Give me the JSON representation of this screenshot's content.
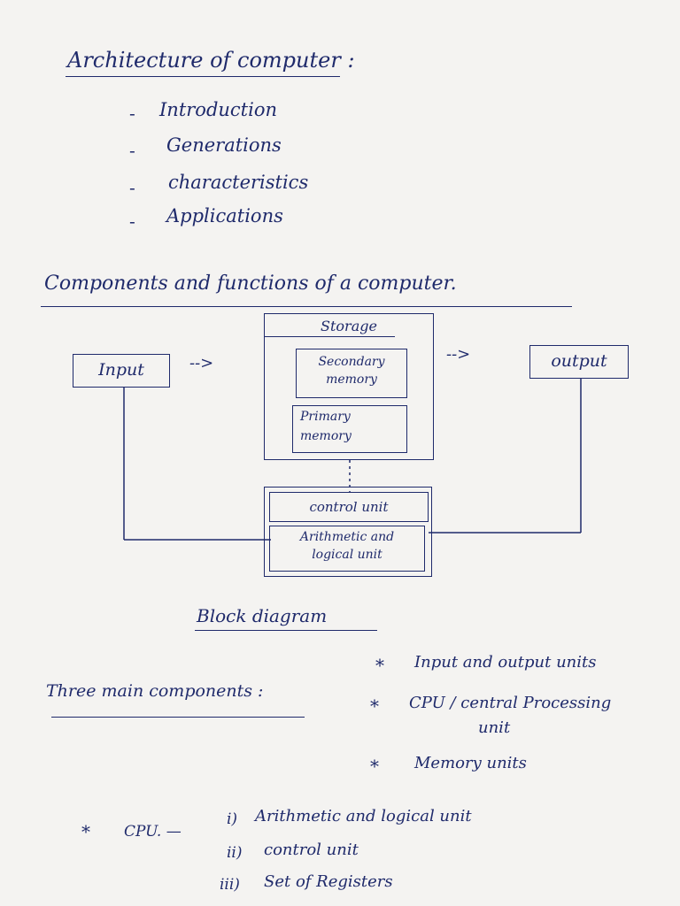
{
  "heading": "Architecture of computer :",
  "topics": [
    "Introduction",
    "Generations",
    "characteristics",
    "Applications"
  ],
  "section_title": "Components and functions of a computer.",
  "diagram": {
    "input": "Input",
    "output": "output",
    "storage": "Storage",
    "secondary": [
      "Secondary",
      "memory"
    ],
    "primary": [
      "Primary",
      "memory"
    ],
    "control_unit": "control unit",
    "alu": [
      "Arithmetic and",
      "logical unit"
    ],
    "arrow": "-->",
    "caption": "Block diagram"
  },
  "three_main": {
    "label": "Three main components :",
    "items": [
      {
        "line1": "Input and output units",
        "line2": ""
      },
      {
        "line1": "CPU / central Processing",
        "line2": "unit"
      },
      {
        "line1": "Memory units",
        "line2": ""
      }
    ]
  },
  "cpu": {
    "label": "CPU. —",
    "items": [
      {
        "num": "i)",
        "text": "Arithmetic and logical unit"
      },
      {
        "num": "ii)",
        "text": "control unit"
      },
      {
        "num": "iii)",
        "text": "Set of Registers"
      }
    ]
  }
}
